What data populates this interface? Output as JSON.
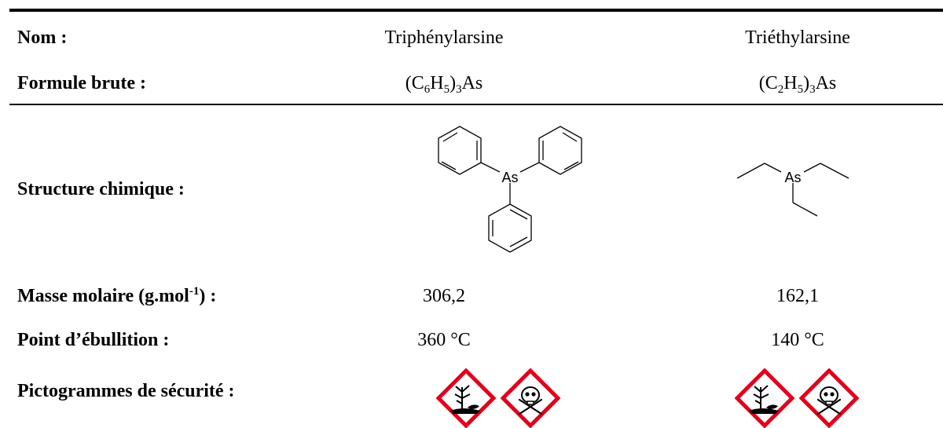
{
  "table": {
    "name_label": "Nom :",
    "formula_label": "Formule brute :",
    "structure_label": "Structure chimique :",
    "molar_mass_label_main": "Masse molaire (g.mol",
    "molar_mass_label_exp": "-1",
    "molar_mass_label_end": ") :",
    "boiling_label": "Point d’ébullition :",
    "pictograms_label": "Pictogrammes de sécurité :"
  },
  "compounds": [
    {
      "name": "Triphénylarsine",
      "formula": {
        "open": "(C",
        "sub1": "6",
        "mid": "H",
        "sub2": "5",
        "close": ")",
        "sub3": "3",
        "end": "As"
      },
      "atom": "As",
      "molar_mass": "306,2",
      "boiling_point": "360 °C",
      "pictograms": [
        "environment-hazard-icon",
        "skull-crossbones-icon"
      ]
    },
    {
      "name": "Triéthylarsine",
      "formula": {
        "open": "(C",
        "sub1": "2",
        "mid": "H",
        "sub2": "5",
        "close": ")",
        "sub3": "3",
        "end": "As"
      },
      "atom": "As",
      "molar_mass": "162,1",
      "boiling_point": "140 °C",
      "pictograms": [
        "environment-hazard-icon",
        "skull-crossbones-icon"
      ]
    }
  ],
  "colors": {
    "ghs_red": "#e2001a",
    "text": "#000000"
  }
}
